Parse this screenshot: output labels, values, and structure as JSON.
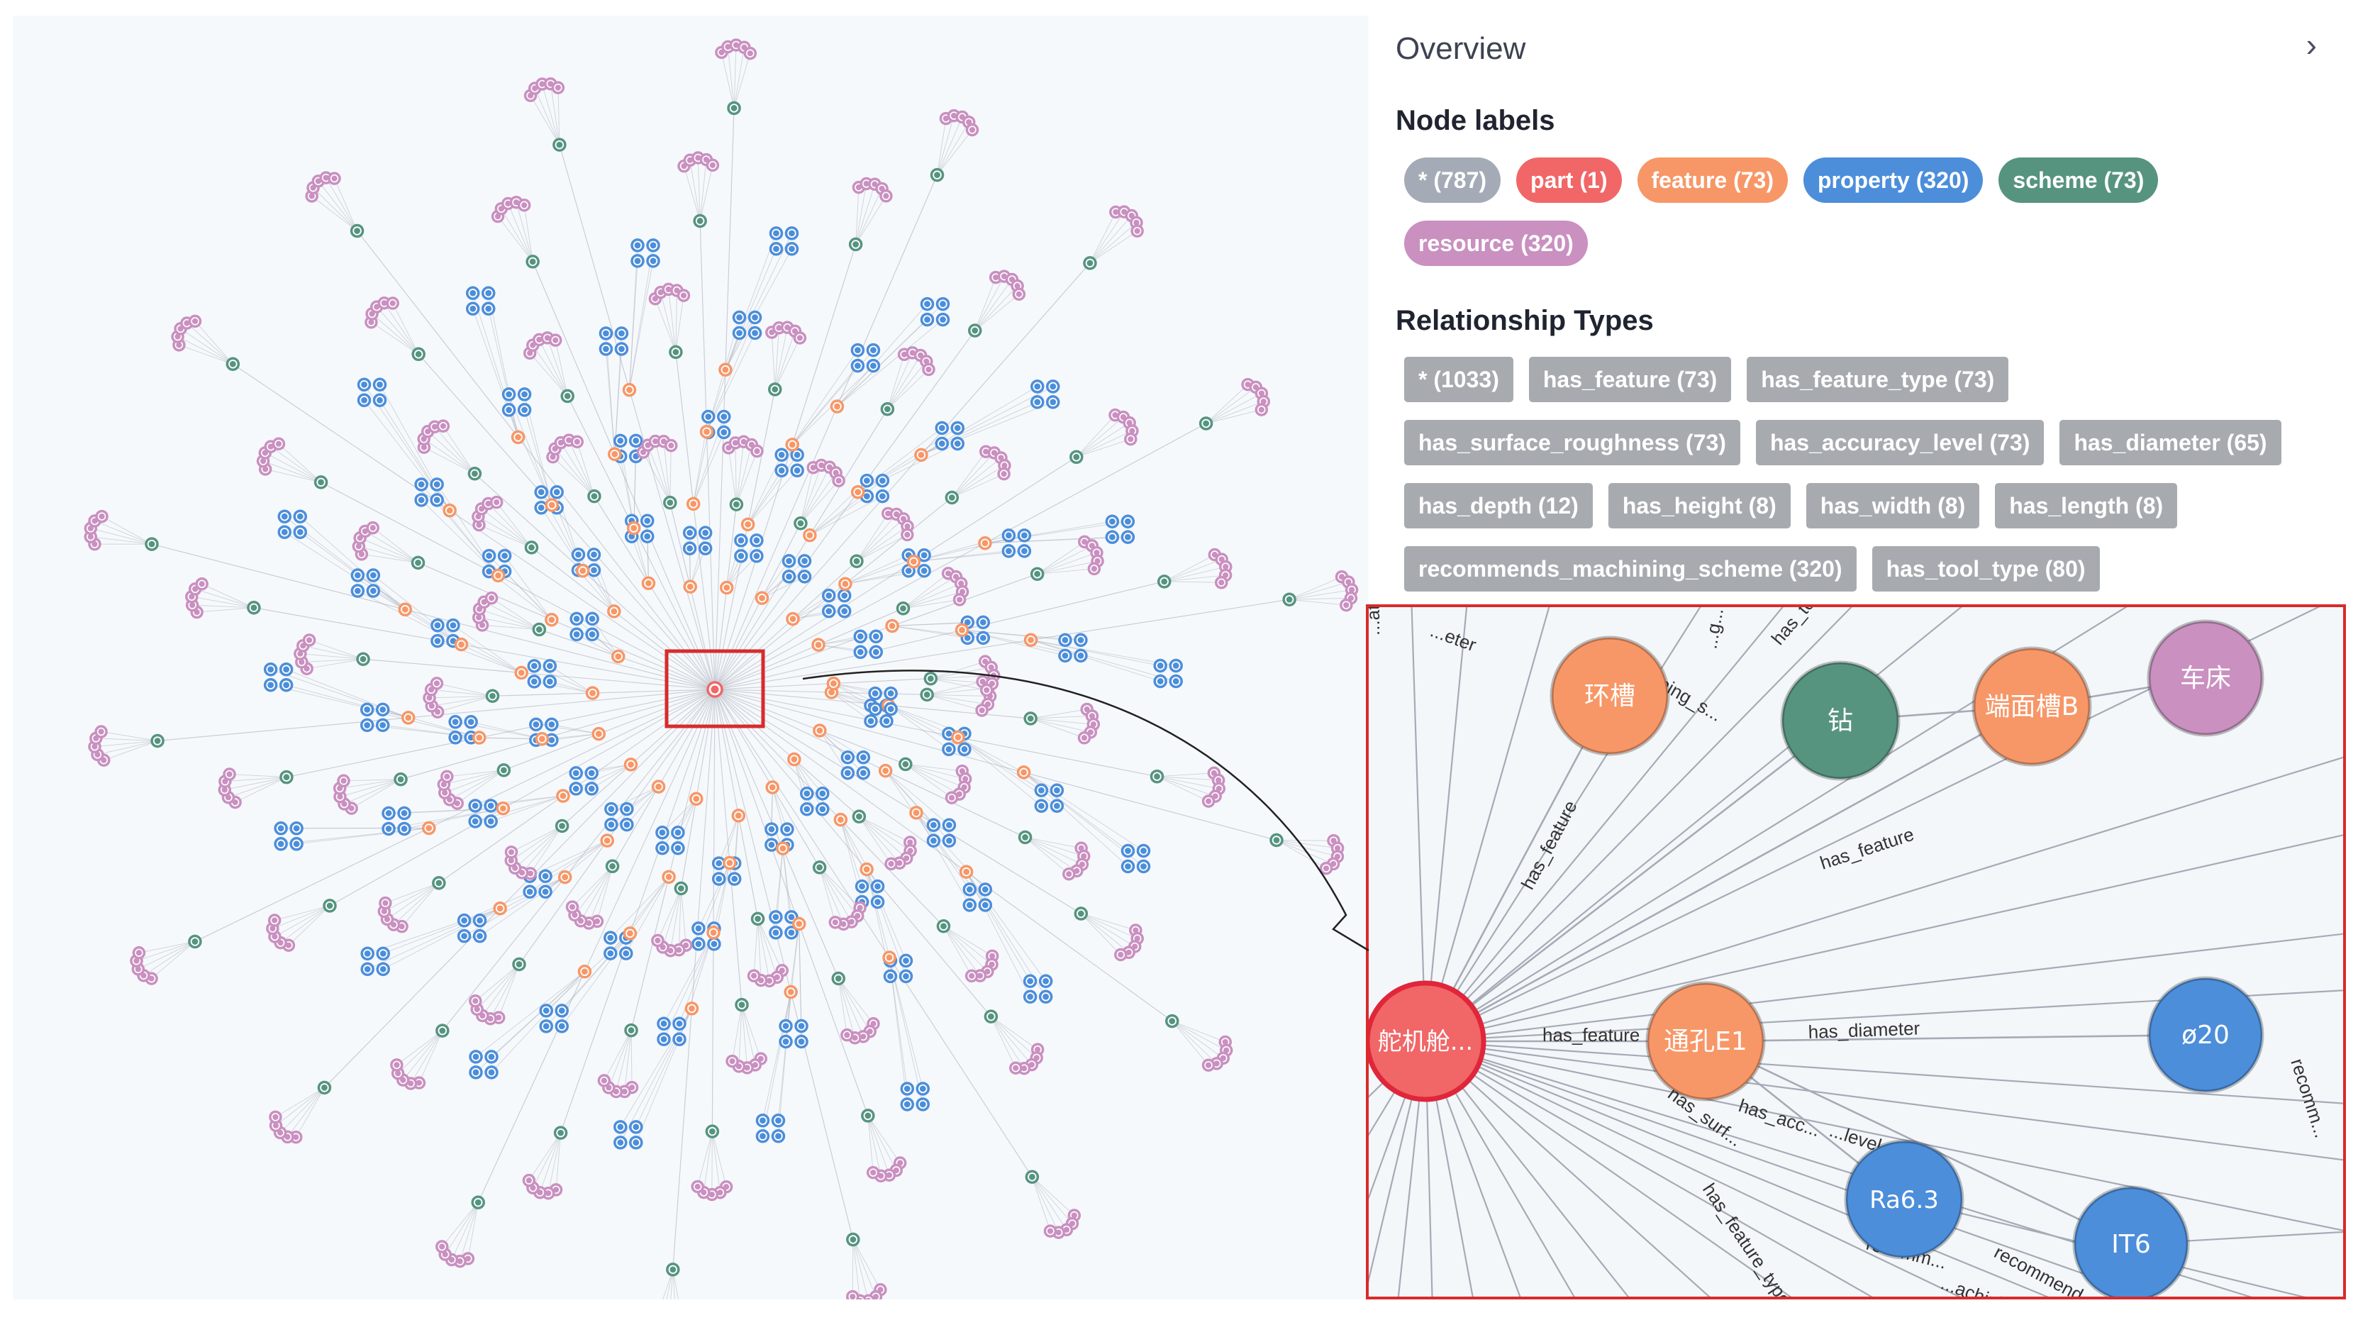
{
  "overview": {
    "title": "Overview",
    "collapse_icon": "chevron-right-icon",
    "node_labels_title": "Node labels",
    "node_labels": [
      {
        "label": "* (787)",
        "color": "#a5abb6"
      },
      {
        "label": "part (1)",
        "color": "#f16667"
      },
      {
        "label": "feature (73)",
        "color": "#f79767"
      },
      {
        "label": "property (320)",
        "color": "#4c8eda"
      },
      {
        "label": "scheme (73)",
        "color": "#569480"
      },
      {
        "label": "resource (320)",
        "color": "#c990c0"
      }
    ],
    "relationship_types_title": "Relationship Types",
    "relationship_types": [
      {
        "label": "* (1033)"
      },
      {
        "label": "has_feature (73)"
      },
      {
        "label": "has_feature_type (73)"
      },
      {
        "label": "has_surface_roughness (73)"
      },
      {
        "label": "has_accuracy_level (73)"
      },
      {
        "label": "has_diameter (65)"
      },
      {
        "label": "has_depth (12)"
      },
      {
        "label": "has_height (8)"
      },
      {
        "label": "has_width (8)"
      },
      {
        "label": "has_length (8)"
      },
      {
        "label": "recommends_machining_scheme (320)"
      },
      {
        "label": "has_tool_type (80)"
      }
    ]
  },
  "colors": {
    "part": "#f16667",
    "feature": "#f79767",
    "property": "#4c8eda",
    "scheme": "#569480",
    "resource": "#c990c0",
    "edge": "#a5abb6",
    "highlight": "#d82b2b"
  },
  "zoom": {
    "nodes": [
      {
        "id": "part",
        "caption": "舵机舱...",
        "type": "part"
      },
      {
        "id": "f1",
        "caption": "环槽",
        "type": "feature"
      },
      {
        "id": "s1",
        "caption": "钻",
        "type": "scheme"
      },
      {
        "id": "f2",
        "caption": "端面槽B",
        "type": "feature"
      },
      {
        "id": "r1",
        "caption": "车床",
        "type": "resource"
      },
      {
        "id": "f3",
        "caption": "通孔E1",
        "type": "feature"
      },
      {
        "id": "p1",
        "caption": "ø20",
        "type": "property"
      },
      {
        "id": "p2",
        "caption": "Ra6.3",
        "type": "property"
      },
      {
        "id": "p3",
        "caption": "IT6",
        "type": "property"
      }
    ],
    "edge_labels": [
      {
        "text": "has_feature"
      },
      {
        "text": "has_feature"
      },
      {
        "text": "has_feature"
      },
      {
        "text": "has_diameter"
      },
      {
        "text": "has_surf..."
      },
      {
        "text": "has_acc..."
      },
      {
        "text": "...level"
      },
      {
        "text": "has_feature_type"
      },
      {
        "text": "recomm..."
      },
      {
        "text": "recommend..."
      },
      {
        "text": "...achining"
      },
      {
        "text": "recomm..."
      },
      {
        "text": "...ature"
      },
      {
        "text": "...eter"
      },
      {
        "text": "..._machining_s..."
      },
      {
        "text": "...g..."
      },
      {
        "text": "has_to..."
      }
    ]
  }
}
